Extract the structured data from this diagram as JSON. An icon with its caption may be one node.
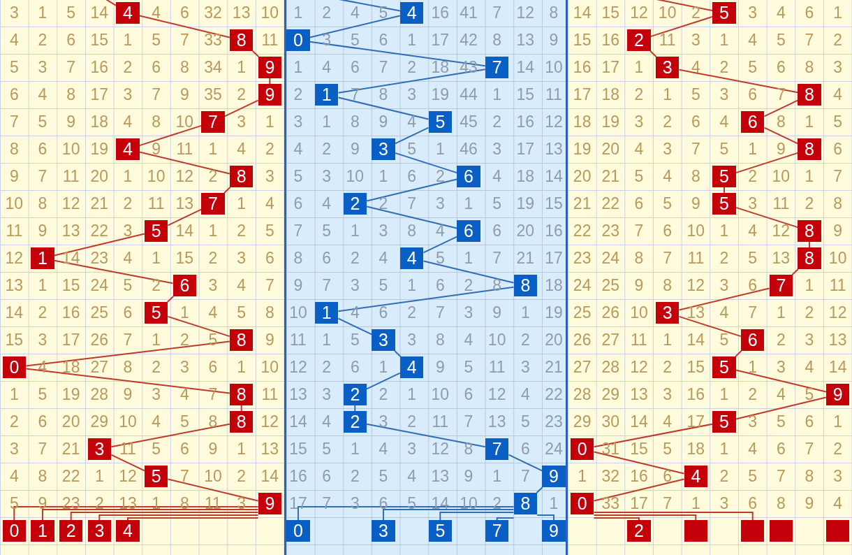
{
  "diagram": {
    "nodes": [
      {
        "text": [
          "4"
        ]
      },
      {
        "text": [
          "4"
        ]
      },
      {
        "text": [
          "5"
        ]
      },
      {
        "text": [
          "8"
        ]
      },
      {
        "text": [
          "0"
        ]
      },
      {
        "text": [
          "2"
        ]
      },
      {
        "text": [
          "9"
        ]
      },
      {
        "text": [
          "7"
        ]
      },
      {
        "text": [
          "3"
        ]
      },
      {
        "text": [
          "9"
        ]
      },
      {
        "text": [
          "1"
        ]
      },
      {
        "text": [
          "8"
        ]
      },
      {
        "text": [
          "7"
        ]
      },
      {
        "text": [
          "5"
        ]
      },
      {
        "text": [
          "6"
        ]
      },
      {
        "text": [
          "4"
        ]
      },
      {
        "text": [
          "3"
        ]
      },
      {
        "text": [
          "8"
        ]
      },
      {
        "text": [
          "8"
        ]
      },
      {
        "text": [
          "6"
        ]
      },
      {
        "text": [
          "5"
        ]
      },
      {
        "text": [
          "7"
        ]
      },
      {
        "text": [
          "2"
        ]
      },
      {
        "text": [
          "5"
        ]
      },
      {
        "text": [
          "5"
        ]
      },
      {
        "text": [
          "6"
        ]
      },
      {
        "text": [
          "8"
        ]
      },
      {
        "text": [
          "1"
        ]
      },
      {
        "text": [
          "4"
        ]
      },
      {
        "text": [
          "8"
        ]
      },
      {
        "text": [
          "6"
        ]
      },
      {
        "text": [
          "8"
        ]
      },
      {
        "text": [
          "7"
        ]
      },
      {
        "text": [
          "5"
        ]
      },
      {
        "text": [
          "1"
        ]
      },
      {
        "text": [
          "3"
        ]
      },
      {
        "text": [
          "8"
        ]
      },
      {
        "text": [
          "3"
        ]
      },
      {
        "text": [
          "6"
        ]
      },
      {
        "text": [
          "0"
        ]
      },
      {
        "text": [
          "4"
        ]
      },
      {
        "text": [
          "5"
        ]
      },
      {
        "text": [
          "8"
        ]
      },
      {
        "text": [
          "2"
        ]
      },
      {
        "text": [
          "9"
        ]
      },
      {
        "text": [
          "8"
        ]
      },
      {
        "text": [
          "2"
        ]
      },
      {
        "text": [
          "5"
        ]
      },
      {
        "text": [
          "3"
        ]
      },
      {
        "text": [
          "7"
        ]
      },
      {
        "text": [
          "0"
        ]
      },
      {
        "text": [
          "5"
        ]
      },
      {
        "text": [
          "9"
        ]
      },
      {
        "text": [
          "4"
        ]
      },
      {
        "text": [
          "9"
        ]
      },
      {
        "text": [
          "8"
        ]
      },
      {
        "text": [
          "0"
        ]
      },
      {
        "text": [
          "0"
        ]
      },
      {
        "text": [
          "1"
        ]
      },
      {
        "text": [
          "2"
        ]
      },
      {
        "text": [
          "3"
        ]
      },
      {
        "text": [
          "4"
        ]
      },
      {
        "text": [
          "0"
        ]
      },
      {
        "text": [
          "3"
        ]
      },
      {
        "text": [
          "5"
        ]
      },
      {
        "text": [
          "7"
        ]
      },
      {
        "text": [
          "9"
        ]
      },
      {
        "text": [
          "2"
        ]
      },
      {
        "text": [],
        "shape": "box"
      },
      {
        "text": [],
        "shape": "box"
      },
      {
        "text": [],
        "shape": "box"
      },
      {
        "text": [],
        "shape": "box"
      }
    ],
    "edges": [
      {
        "from": null,
        "to": 0,
        "arrow": "none"
      },
      {
        "from": 0,
        "to": 3,
        "arrow": "none"
      },
      {
        "from": 3,
        "to": 6,
        "arrow": "none"
      },
      {
        "from": 6,
        "to": 9,
        "arrow": "none"
      },
      {
        "from": 9,
        "to": 12,
        "arrow": "none"
      },
      {
        "from": 12,
        "to": 15,
        "arrow": "none"
      },
      {
        "from": 15,
        "to": 18,
        "arrow": "none"
      },
      {
        "from": 18,
        "to": 21,
        "arrow": "none"
      },
      {
        "from": 21,
        "to": 24,
        "arrow": "none"
      },
      {
        "from": 24,
        "to": 27,
        "arrow": "none"
      },
      {
        "from": 27,
        "to": 30,
        "arrow": "none"
      },
      {
        "from": 30,
        "to": 33,
        "arrow": "none"
      },
      {
        "from": 33,
        "to": 36,
        "arrow": "none"
      },
      {
        "from": 36,
        "to": 39,
        "arrow": "none"
      },
      {
        "from": 39,
        "to": 42,
        "arrow": "none"
      },
      {
        "from": 42,
        "to": 45,
        "arrow": "none"
      },
      {
        "from": 45,
        "to": 48,
        "arrow": "none"
      },
      {
        "from": 48,
        "to": 51,
        "arrow": "none"
      },
      {
        "from": 51,
        "to": 54,
        "arrow": "none"
      },
      {
        "from": 54,
        "to": 57,
        "arrow": "none"
      },
      {
        "from": 54,
        "to": 58,
        "arrow": "none"
      },
      {
        "from": 54,
        "to": 59,
        "arrow": "none"
      },
      {
        "from": 54,
        "to": 60,
        "arrow": "none"
      },
      {
        "from": 54,
        "to": 61,
        "arrow": "none"
      },
      {
        "from": null,
        "to": 1,
        "arrow": "none",
        "color": "#2f6db5"
      },
      {
        "from": 1,
        "to": 4,
        "arrow": "none",
        "color": "#2f6db5"
      },
      {
        "from": 4,
        "to": 7,
        "arrow": "none",
        "color": "#2f6db5"
      },
      {
        "from": 7,
        "to": 10,
        "arrow": "none",
        "color": "#2f6db5"
      },
      {
        "from": 10,
        "to": 13,
        "arrow": "none",
        "color": "#2f6db5"
      },
      {
        "from": 13,
        "to": 16,
        "arrow": "none",
        "color": "#2f6db5"
      },
      {
        "from": 16,
        "to": 19,
        "arrow": "none",
        "color": "#2f6db5"
      },
      {
        "from": 19,
        "to": 22,
        "arrow": "none",
        "color": "#2f6db5"
      },
      {
        "from": 22,
        "to": 25,
        "arrow": "none",
        "color": "#2f6db5"
      },
      {
        "from": 25,
        "to": 28,
        "arrow": "none",
        "color": "#2f6db5"
      },
      {
        "from": 28,
        "to": 31,
        "arrow": "none",
        "color": "#2f6db5"
      },
      {
        "from": 31,
        "to": 34,
        "arrow": "none",
        "color": "#2f6db5"
      },
      {
        "from": 34,
        "to": 37,
        "arrow": "none",
        "color": "#2f6db5"
      },
      {
        "from": 37,
        "to": 40,
        "arrow": "none",
        "color": "#2f6db5"
      },
      {
        "from": 40,
        "to": 43,
        "arrow": "none",
        "color": "#2f6db5"
      },
      {
        "from": 43,
        "to": 46,
        "arrow": "none",
        "color": "#2f6db5"
      },
      {
        "from": 46,
        "to": 49,
        "arrow": "none",
        "color": "#2f6db5"
      },
      {
        "from": 49,
        "to": 52,
        "arrow": "none",
        "color": "#2f6db5"
      },
      {
        "from": 52,
        "to": 55,
        "arrow": "none",
        "color": "#2f6db5"
      },
      {
        "from": 55,
        "to": 62,
        "arrow": "none",
        "color": "#2f6db5"
      },
      {
        "from": 55,
        "to": 63,
        "arrow": "none",
        "color": "#2f6db5"
      },
      {
        "from": 55,
        "to": 64,
        "arrow": "none",
        "color": "#2f6db5"
      },
      {
        "from": 55,
        "to": 65,
        "arrow": "none",
        "color": "#2f6db5"
      },
      {
        "from": 55,
        "to": 66,
        "arrow": "none",
        "color": "#2f6db5"
      },
      {
        "from": null,
        "to": 2,
        "arrow": "none"
      },
      {
        "from": 2,
        "to": 5,
        "arrow": "none"
      },
      {
        "from": 5,
        "to": 8,
        "arrow": "none"
      },
      {
        "from": 8,
        "to": 11,
        "arrow": "none"
      },
      {
        "from": 11,
        "to": 14,
        "arrow": "none"
      },
      {
        "from": 14,
        "to": 17,
        "arrow": "none"
      },
      {
        "from": 17,
        "to": 20,
        "arrow": "none"
      },
      {
        "from": 20,
        "to": 23,
        "arrow": "none"
      },
      {
        "from": 23,
        "to": 26,
        "arrow": "none"
      },
      {
        "from": 26,
        "to": 29,
        "arrow": "none"
      },
      {
        "from": 29,
        "to": 32,
        "arrow": "none"
      },
      {
        "from": 32,
        "to": 35,
        "arrow": "none"
      },
      {
        "from": 35,
        "to": 38,
        "arrow": "none"
      },
      {
        "from": 38,
        "to": 41,
        "arrow": "none"
      },
      {
        "from": 41,
        "to": 44,
        "arrow": "none"
      },
      {
        "from": 44,
        "to": 47,
        "arrow": "none"
      },
      {
        "from": 47,
        "to": 50,
        "arrow": "none"
      },
      {
        "from": 50,
        "to": 53,
        "arrow": "none"
      },
      {
        "from": 53,
        "to": 56,
        "arrow": "none"
      },
      {
        "from": 56,
        "to": 67,
        "arrow": "none"
      },
      {
        "from": 56,
        "to": 68,
        "arrow": "none"
      },
      {
        "from": 56,
        "to": 69,
        "arrow": "none"
      }
    ],
    "labels": [
      "3",
      "1",
      "5",
      "14",
      "4",
      "6",
      "32",
      "13",
      "10",
      "1",
      "2",
      "4",
      "5",
      "16",
      "41",
      "7",
      "12",
      "8",
      "14",
      "15",
      "12",
      "10",
      "2",
      "3",
      "4",
      "6",
      "1",
      "4",
      "2",
      "6",
      "15",
      "1",
      "5",
      "7",
      "33",
      "11",
      "3",
      "5",
      "6",
      "1",
      "17",
      "42",
      "8",
      "13",
      "9",
      "15",
      "16",
      "11",
      "3",
      "1",
      "4",
      "5",
      "7",
      "2",
      "5",
      "3",
      "7",
      "16",
      "2",
      "6",
      "8",
      "34",
      "1",
      "1",
      "4",
      "6",
      "7",
      "2",
      "18",
      "43",
      "14",
      "10",
      "16",
      "17",
      "1",
      "4",
      "2",
      "5",
      "6",
      "8",
      "3",
      "6",
      "4",
      "8",
      "17",
      "3",
      "7",
      "9",
      "35",
      "2",
      "2",
      "7",
      "8",
      "3",
      "19",
      "44",
      "1",
      "15",
      "11",
      "17",
      "18",
      "2",
      "1",
      "5",
      "3",
      "6",
      "7",
      "4",
      "7",
      "5",
      "9",
      "18",
      "4",
      "8",
      "10",
      "3",
      "1",
      "3",
      "1",
      "8",
      "9",
      "4",
      "45",
      "2",
      "16",
      "12",
      "18",
      "19",
      "3",
      "2",
      "6",
      "4",
      "8",
      "1",
      "5",
      "8",
      "6",
      "10",
      "19",
      "9",
      "11",
      "1",
      "4",
      "2",
      "4",
      "2",
      "9",
      "5",
      "1",
      "46",
      "3",
      "17",
      "13",
      "19",
      "20",
      "4",
      "3",
      "7",
      "5",
      "1",
      "9",
      "6",
      "9",
      "7",
      "11",
      "20",
      "1",
      "10",
      "12",
      "2",
      "3",
      "5",
      "3",
      "10",
      "1",
      "6",
      "2",
      "4",
      "18",
      "14",
      "20",
      "21",
      "5",
      "4",
      "8",
      "2",
      "10",
      "1",
      "7",
      "10",
      "8",
      "12",
      "21",
      "2",
      "11",
      "13",
      "1",
      "4",
      "6",
      "4",
      "2",
      "7",
      "3",
      "1",
      "5",
      "19",
      "15",
      "21",
      "22",
      "6",
      "5",
      "9",
      "3",
      "11",
      "2",
      "8",
      "11",
      "9",
      "13",
      "22",
      "3",
      "14",
      "1",
      "2",
      "5",
      "7",
      "5",
      "1",
      "3",
      "8",
      "4",
      "6",
      "20",
      "16",
      "22",
      "23",
      "7",
      "6",
      "10",
      "1",
      "4",
      "12",
      "9",
      "12",
      "14",
      "23",
      "4",
      "1",
      "15",
      "2",
      "3",
      "6",
      "8",
      "6",
      "2",
      "4",
      "5",
      "1",
      "7",
      "21",
      "17",
      "23",
      "24",
      "8",
      "7",
      "11",
      "2",
      "5",
      "13",
      "10",
      "13",
      "1",
      "15",
      "24",
      "5",
      "2",
      "3",
      "4",
      "7",
      "9",
      "7",
      "3",
      "5",
      "1",
      "6",
      "2",
      "8",
      "18",
      "24",
      "25",
      "9",
      "8",
      "12",
      "3",
      "6",
      "1",
      "11",
      "14",
      "2",
      "16",
      "25",
      "6",
      "1",
      "4",
      "5",
      "8",
      "10",
      "4",
      "6",
      "2",
      "7",
      "3",
      "9",
      "1",
      "19",
      "25",
      "26",
      "10",
      "13",
      "4",
      "7",
      "1",
      "2",
      "12",
      "15",
      "3",
      "17",
      "26",
      "7",
      "1",
      "2",
      "5",
      "9",
      "11",
      "1",
      "5",
      "3",
      "8",
      "4",
      "10",
      "2",
      "20",
      "26",
      "27",
      "11",
      "1",
      "14",
      "5",
      "2",
      "3",
      "13",
      "4",
      "18",
      "27",
      "8",
      "2",
      "3",
      "6",
      "1",
      "10",
      "12",
      "2",
      "6",
      "1",
      "9",
      "5",
      "11",
      "3",
      "21",
      "27",
      "28",
      "12",
      "2",
      "15",
      "1",
      "3",
      "4",
      "14",
      "1",
      "5",
      "19",
      "28",
      "9",
      "3",
      "4",
      "7",
      "11",
      "13",
      "3",
      "2",
      "1",
      "10",
      "6",
      "12",
      "4",
      "22",
      "28",
      "29",
      "13",
      "3",
      "16",
      "1",
      "2",
      "4",
      "5",
      "2",
      "6",
      "20",
      "29",
      "10",
      "4",
      "5",
      "8",
      "12",
      "14",
      "4",
      "3",
      "2",
      "11",
      "7",
      "13",
      "5",
      "23",
      "29",
      "30",
      "14",
      "4",
      "17",
      "3",
      "5",
      "6",
      "1",
      "3",
      "7",
      "21",
      "11",
      "5",
      "6",
      "9",
      "1",
      "13",
      "15",
      "5",
      "1",
      "4",
      "3",
      "12",
      "8",
      "6",
      "24",
      "31",
      "15",
      "5",
      "18",
      "1",
      "4",
      "6",
      "7",
      "2",
      "4",
      "8",
      "22",
      "1",
      "12",
      "7",
      "10",
      "2",
      "14",
      "16",
      "6",
      "2",
      "5",
      "4",
      "13",
      "9",
      "1",
      "7",
      "1",
      "32",
      "16",
      "6",
      "2",
      "5",
      "7",
      "8",
      "3",
      "5",
      "9",
      "23",
      "2",
      "13",
      "1",
      "8",
      "11",
      "3",
      "17",
      "7",
      "3",
      "6",
      "5",
      "14",
      "10",
      "2",
      "1",
      "33",
      "17",
      "7",
      "1",
      "3",
      "6",
      "8",
      "9",
      "4"
    ]
  }
}
